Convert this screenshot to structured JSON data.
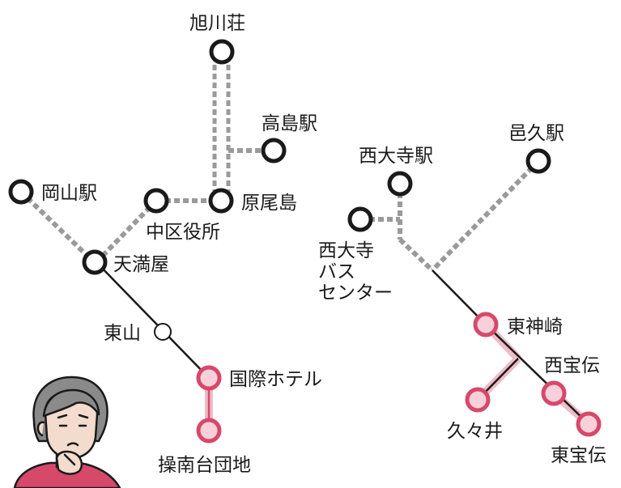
{
  "colors": {
    "line": "#1a1a1a",
    "dash_track": "#9a9a9a",
    "pink_stroke": "#d6496b",
    "pink_fill": "#f7d0da",
    "pink_track": "#efbcc7"
  },
  "stations": {
    "asahikawaso": "旭川荘",
    "takashimaeki": "高島駅",
    "okayamaeki": "岡山駅",
    "haraoshima": "原尾島",
    "chukuyakusho": "中区役所",
    "tenmaya": "天満屋",
    "higashiyama": "東山",
    "kokusaihotel": "国際ホテル",
    "sonandanchi": "操南台団地",
    "saidaijieki": "西大寺駅",
    "yukueki": "邑久駅",
    "saidaiji_bus_1": "西大寺",
    "saidaiji_bus_2": "バス",
    "saidaiji_bus_3": "センター",
    "higashikonzaki": "東神崎",
    "nishihoden": "西宝伝",
    "kukui": "久々井",
    "higashihoden": "東宝伝"
  },
  "illustration": "thinking-person-icon"
}
